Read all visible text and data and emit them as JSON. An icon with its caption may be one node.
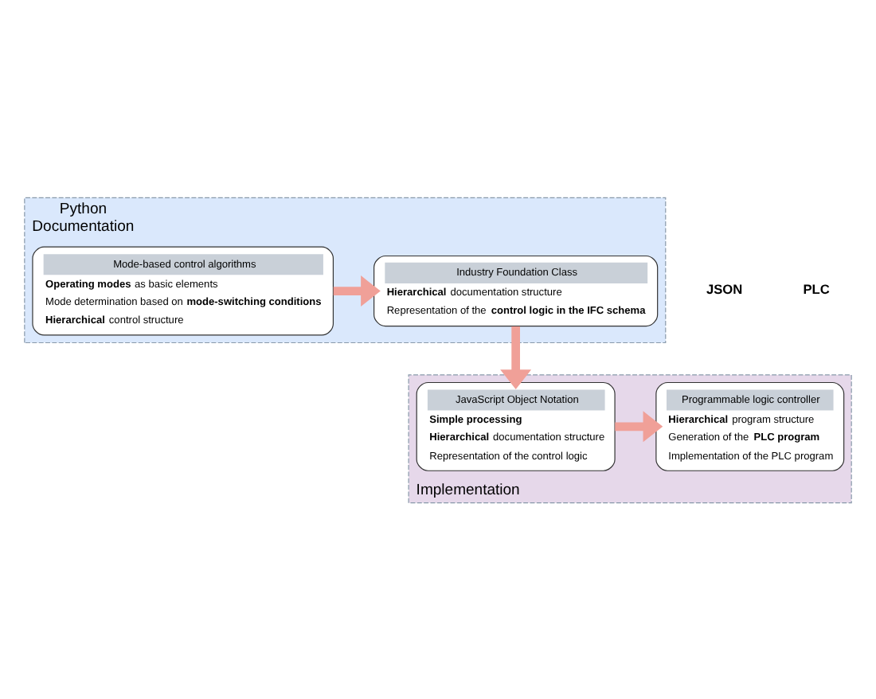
{
  "diagram": {
    "nodes": [
      {
        "text": [
          "Python",
          "Documentation"
        ]
      },
      {
        "text": [
          "Mode-based control algorithms",
          "**Operating modes** as basic elements",
          "Mode determination based on **mode-switching conditions**",
          "**Hierarchical** control structure"
        ],
        "in": 0
      },
      {
        "text": [
          "Industry Foundation Class",
          "**Hierarchical** documentation structure",
          "Representation of the **control logic in the IFC schema**"
        ],
        "in": 0
      },
      {
        "text": [
          "Implementation"
        ]
      },
      {
        "text": [
          "Programmable logic controller",
          "**Hierarchical** program structure",
          "Generation of the **PLC program**",
          "Implementation of the PLC program"
        ],
        "in": 3
      },
      {
        "text": [
          "JavaScript Object Notation",
          "**Simple processing**",
          "**Hierarchical** documentation structure",
          "Representation of the control logic"
        ],
        "in": 3
      }
    ],
    "edges": [
      {
        "from": 1,
        "to": 2,
        "arrow": "to"
      },
      {
        "from": 2,
        "to": 5,
        "arrow": "to"
      },
      {
        "from": 5,
        "to": 4,
        "arrow": "to"
      }
    ],
    "labels": [
      "JSON",
      "PLC"
    ]
  }
}
